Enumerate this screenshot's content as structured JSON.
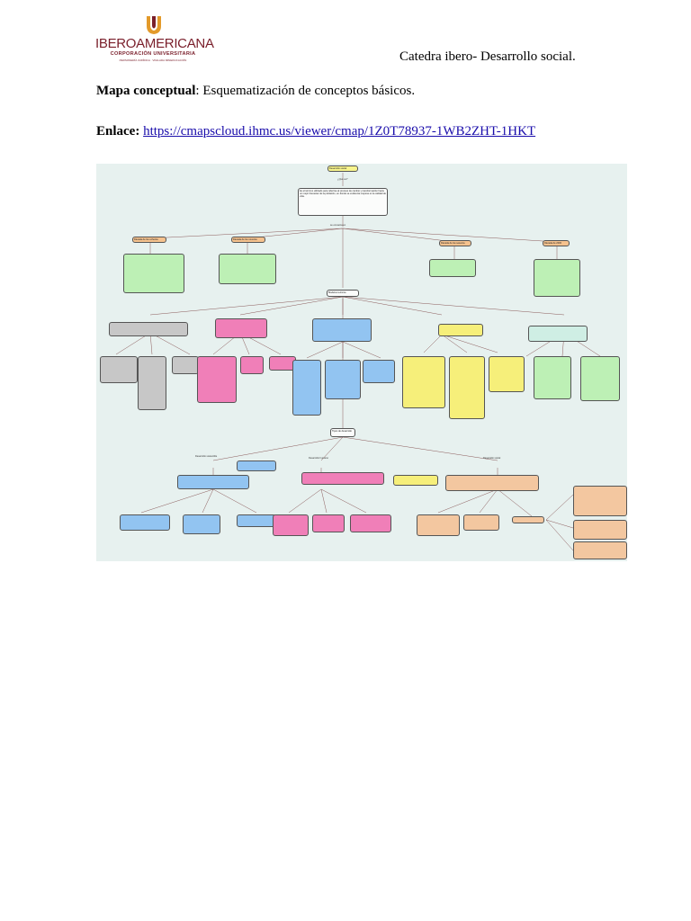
{
  "header": {
    "logo": {
      "name": "IBEROAMERICANA",
      "subtitle": "CORPORACIÓN UNIVERSITARIA",
      "fine_print": "PERSONERÍA JURÍDICA · VIGILADA MINEDUCACIÓN",
      "brand_color": "#7a1f2b"
    },
    "course": "Catedra ibero- Desarrollo social."
  },
  "body": {
    "map_label": "Mapa conceptual",
    "map_text": ": Esquematización de conceptos básicos.",
    "link_label": "Enlace:",
    "link_url": "https://cmapscloud.ihmc.us/viewer/cmap/1Z0T78937-1WB2ZHT-1HKT"
  },
  "concept_map": {
    "background": "#e7f1ef",
    "root": "Desarrollo social",
    "q": "¿Qué es?",
    "definition": "Es el término utilizado para referirse al proceso de cambio y transformación hacia un mejor bienestar de la población, en donde se evidencia mejoras en la calidad de vida.",
    "connector": "se enmarca en",
    "sections": [
      "Década de los ochenta",
      "Década de los noventa",
      "Década de los sesenta",
      "Década de 2000"
    ],
    "theories": "Modelos teóricos",
    "types_title": "Tipos de desarrollo",
    "types": [
      "Desarrollo sostenible",
      "Desarrollo humano",
      "Desarrollo social"
    ]
  }
}
